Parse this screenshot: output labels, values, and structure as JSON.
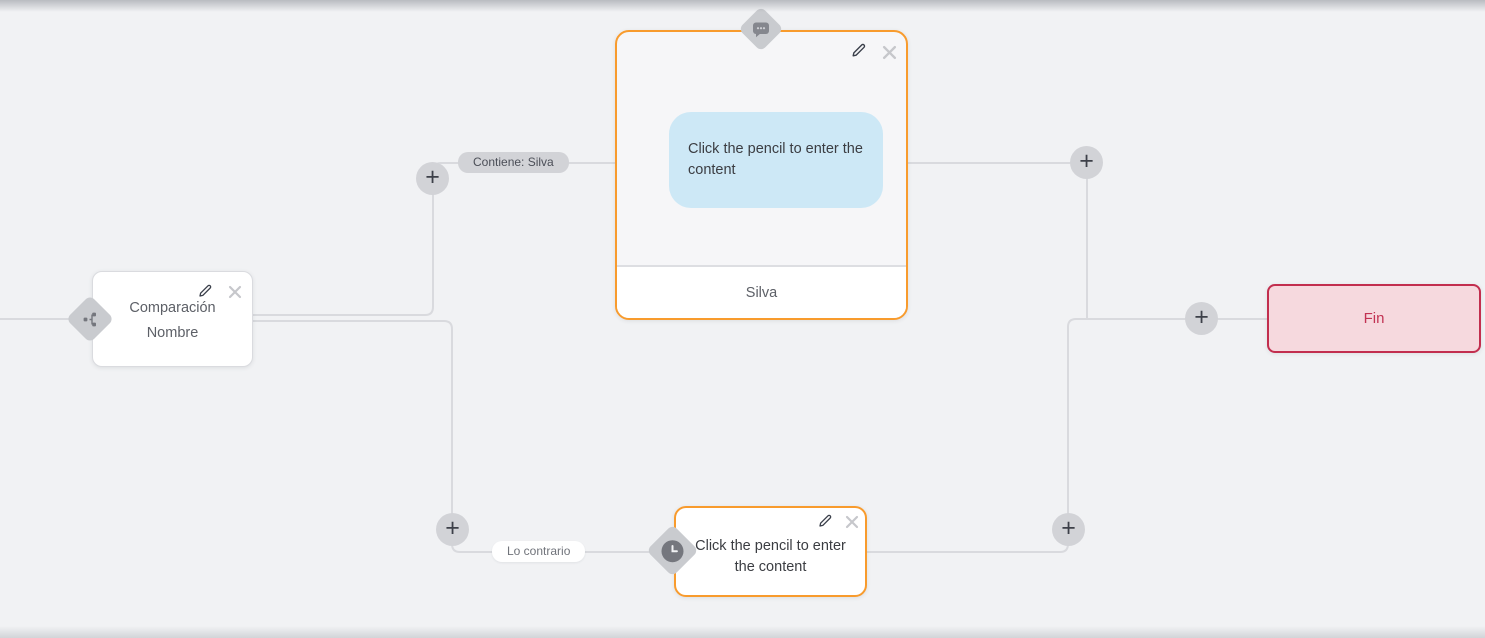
{
  "canvas": {
    "background_color": "#f1f2f4",
    "edge_color": "#d9dade",
    "orange_accent": "#f89b2d",
    "red_accent": "#c22e4e",
    "bubble_blue": "#cde8f6"
  },
  "condition_node": {
    "title_line1": "Comparación",
    "title_line2": "Nombre"
  },
  "message_node": {
    "bubble_text": "Click the pencil to enter the content",
    "footer_label": "Silva"
  },
  "delay_node": {
    "placeholder_text": "Click the pencil to enter the content"
  },
  "end_node": {
    "label": "Fin"
  },
  "edge_labels": {
    "contains": "Contiene: Silva",
    "otherwise": "Lo contrario"
  },
  "controls": {
    "add_label": "+"
  },
  "icons": {
    "condition_type": "sitemap-icon",
    "message_type": "chat-bubble-icon",
    "delay_type": "clock-icon",
    "edit": "pencil-icon",
    "delete": "close-icon"
  }
}
